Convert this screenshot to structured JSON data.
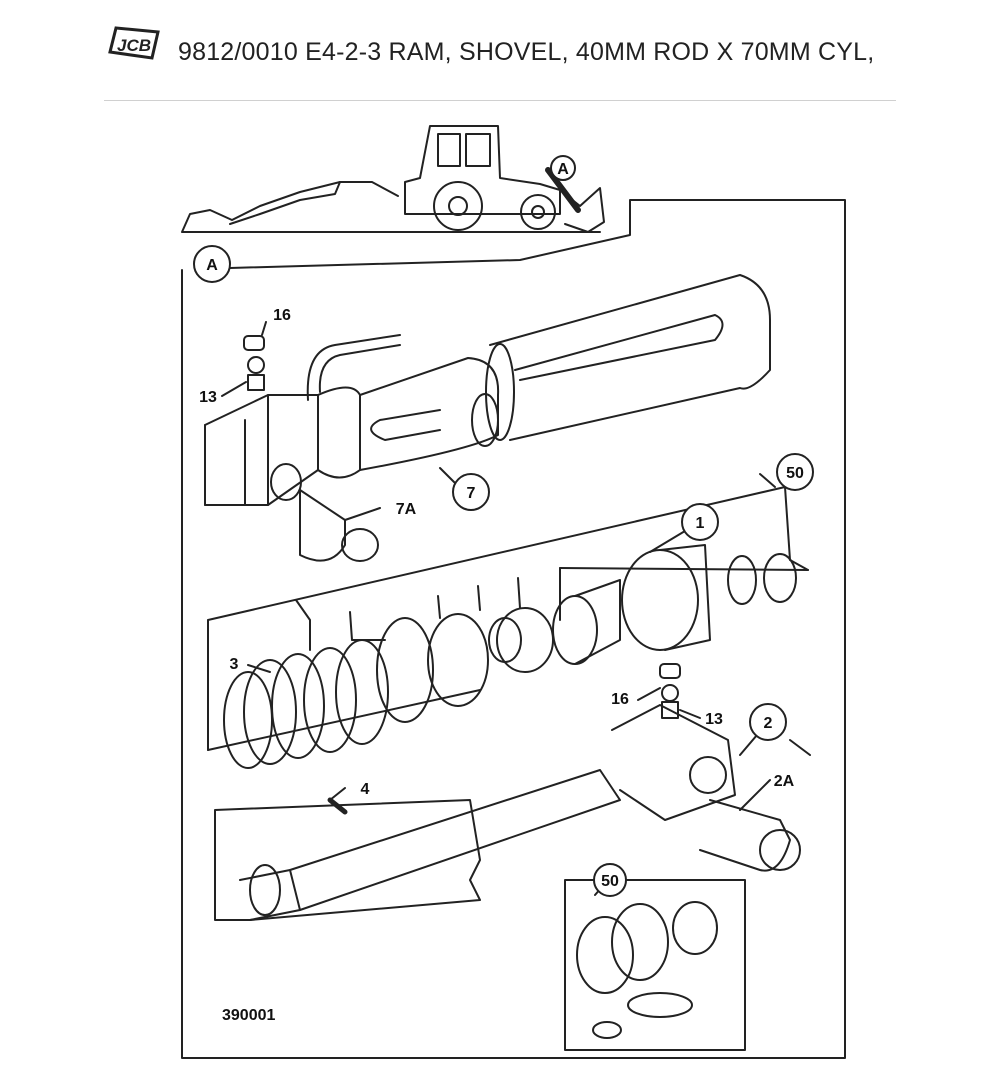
{
  "header": {
    "brand": "JCB",
    "title": "9812/0010 E4-2-3 RAM, SHOVEL, 40MM ROD X 70MM CYL,"
  },
  "diagram": {
    "view_callout": "A",
    "callouts": {
      "c1": "1",
      "c2": "2",
      "c2a": "2A",
      "c3": "3",
      "c4": "4",
      "c7": "7",
      "c7a": "7A",
      "c13a": "13",
      "c13b": "13",
      "c16a": "16",
      "c16b": "16",
      "c50a": "50",
      "c50b": "50"
    },
    "drawing_number": "390001"
  }
}
